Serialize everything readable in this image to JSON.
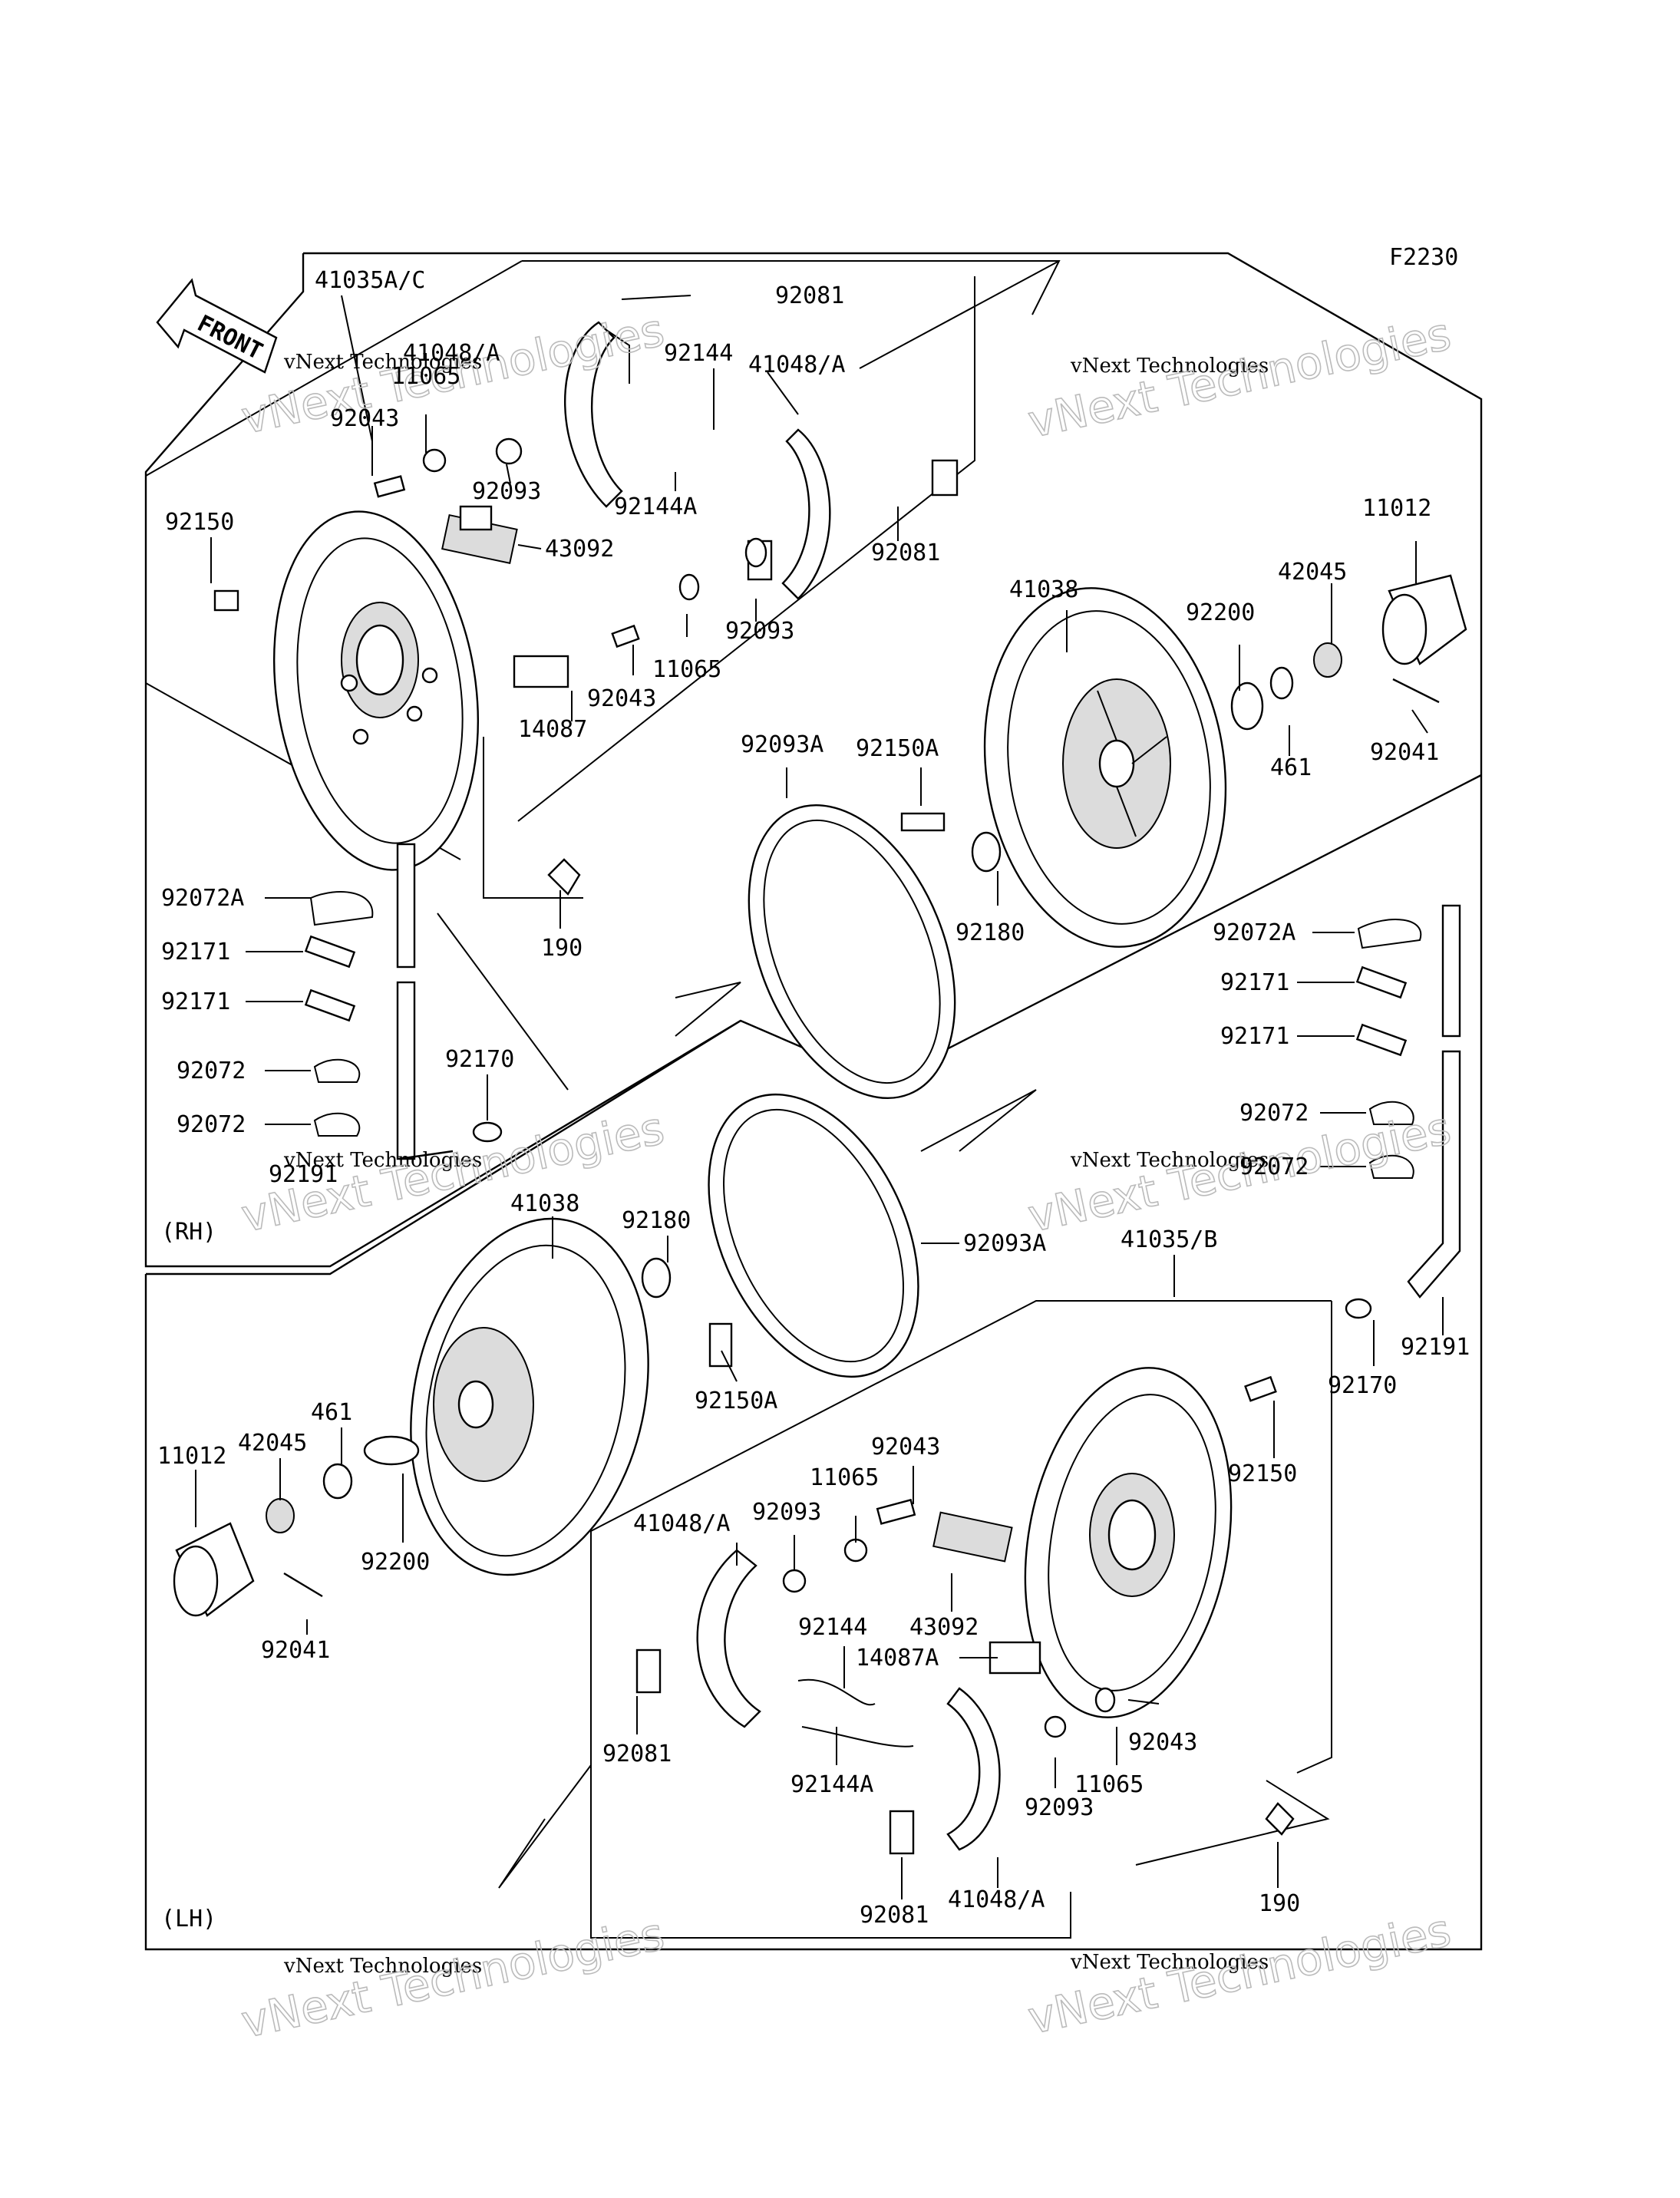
{
  "figure_code": "F2230",
  "front_label": "FRONT",
  "sections": {
    "rh": "(RH)",
    "lh": "(LH)"
  },
  "watermark": {
    "line1": "vNext Technologies",
    "line2": "vNext Technologies"
  },
  "labels": {
    "l_41035AC": "41035A/C",
    "l_92081_top": "92081",
    "l_41048A_1": "41048/A",
    "l_92144_top": "92144",
    "l_41048A_2": "41048/A",
    "l_11065_top": "11065",
    "l_92043_top": "92043",
    "l_92093_top": "92093",
    "l_92144A_top": "92144A",
    "l_92081_r": "92081",
    "l_92150_top": "92150",
    "l_43092_top": "43092",
    "l_92093_b": "92093",
    "l_11065_b": "11065",
    "l_92043_b": "92043",
    "l_14087": "14087",
    "l_11012_top": "11012",
    "l_41038_top": "41038",
    "l_42045_top": "42045",
    "l_92200_top": "92200",
    "l_461_top": "461",
    "l_92041_top": "92041",
    "l_92093A_top": "92093A",
    "l_92150A_top": "92150A",
    "l_92180_top": "92180",
    "l_190_top": "190",
    "l_92072A_l": "92072A",
    "l_92171_l1": "92171",
    "l_92171_l2": "92171",
    "l_92072_l1": "92072",
    "l_92072_l2": "92072",
    "l_92170_top": "92170",
    "l_92191_top": "92191",
    "l_92072A_r": "92072A",
    "l_92171_r1": "92171",
    "l_92171_r2": "92171",
    "l_92072_r1": "92072",
    "l_92072_r2": "92072",
    "l_41038_bot": "41038",
    "l_92180_bot": "92180",
    "l_92093A_bot": "92093A",
    "l_41035B": "41035/B",
    "l_92150A_bot": "92150A",
    "l_461_bot": "461",
    "l_42045_bot": "42045",
    "l_11012_bot": "11012",
    "l_92200_bot": "92200",
    "l_92041_bot": "92041",
    "l_92170_bot": "92170",
    "l_92191_bot": "92191",
    "l_92150_bot": "92150",
    "l_92043_lh1": "92043",
    "l_11065_lh1": "11065",
    "l_92093_lh1": "92093",
    "l_41048A_lh1": "41048/A",
    "l_92144_lh": "92144",
    "l_43092_bot": "43092",
    "l_14087A": "14087A",
    "l_92081_lh1": "92081",
    "l_92144A_lh": "92144A",
    "l_92043_lh2": "92043",
    "l_11065_lh2": "11065",
    "l_92093_lh2": "92093",
    "l_92081_lh2": "92081",
    "l_41048A_lh2": "41048/A",
    "l_190_bot": "190"
  }
}
